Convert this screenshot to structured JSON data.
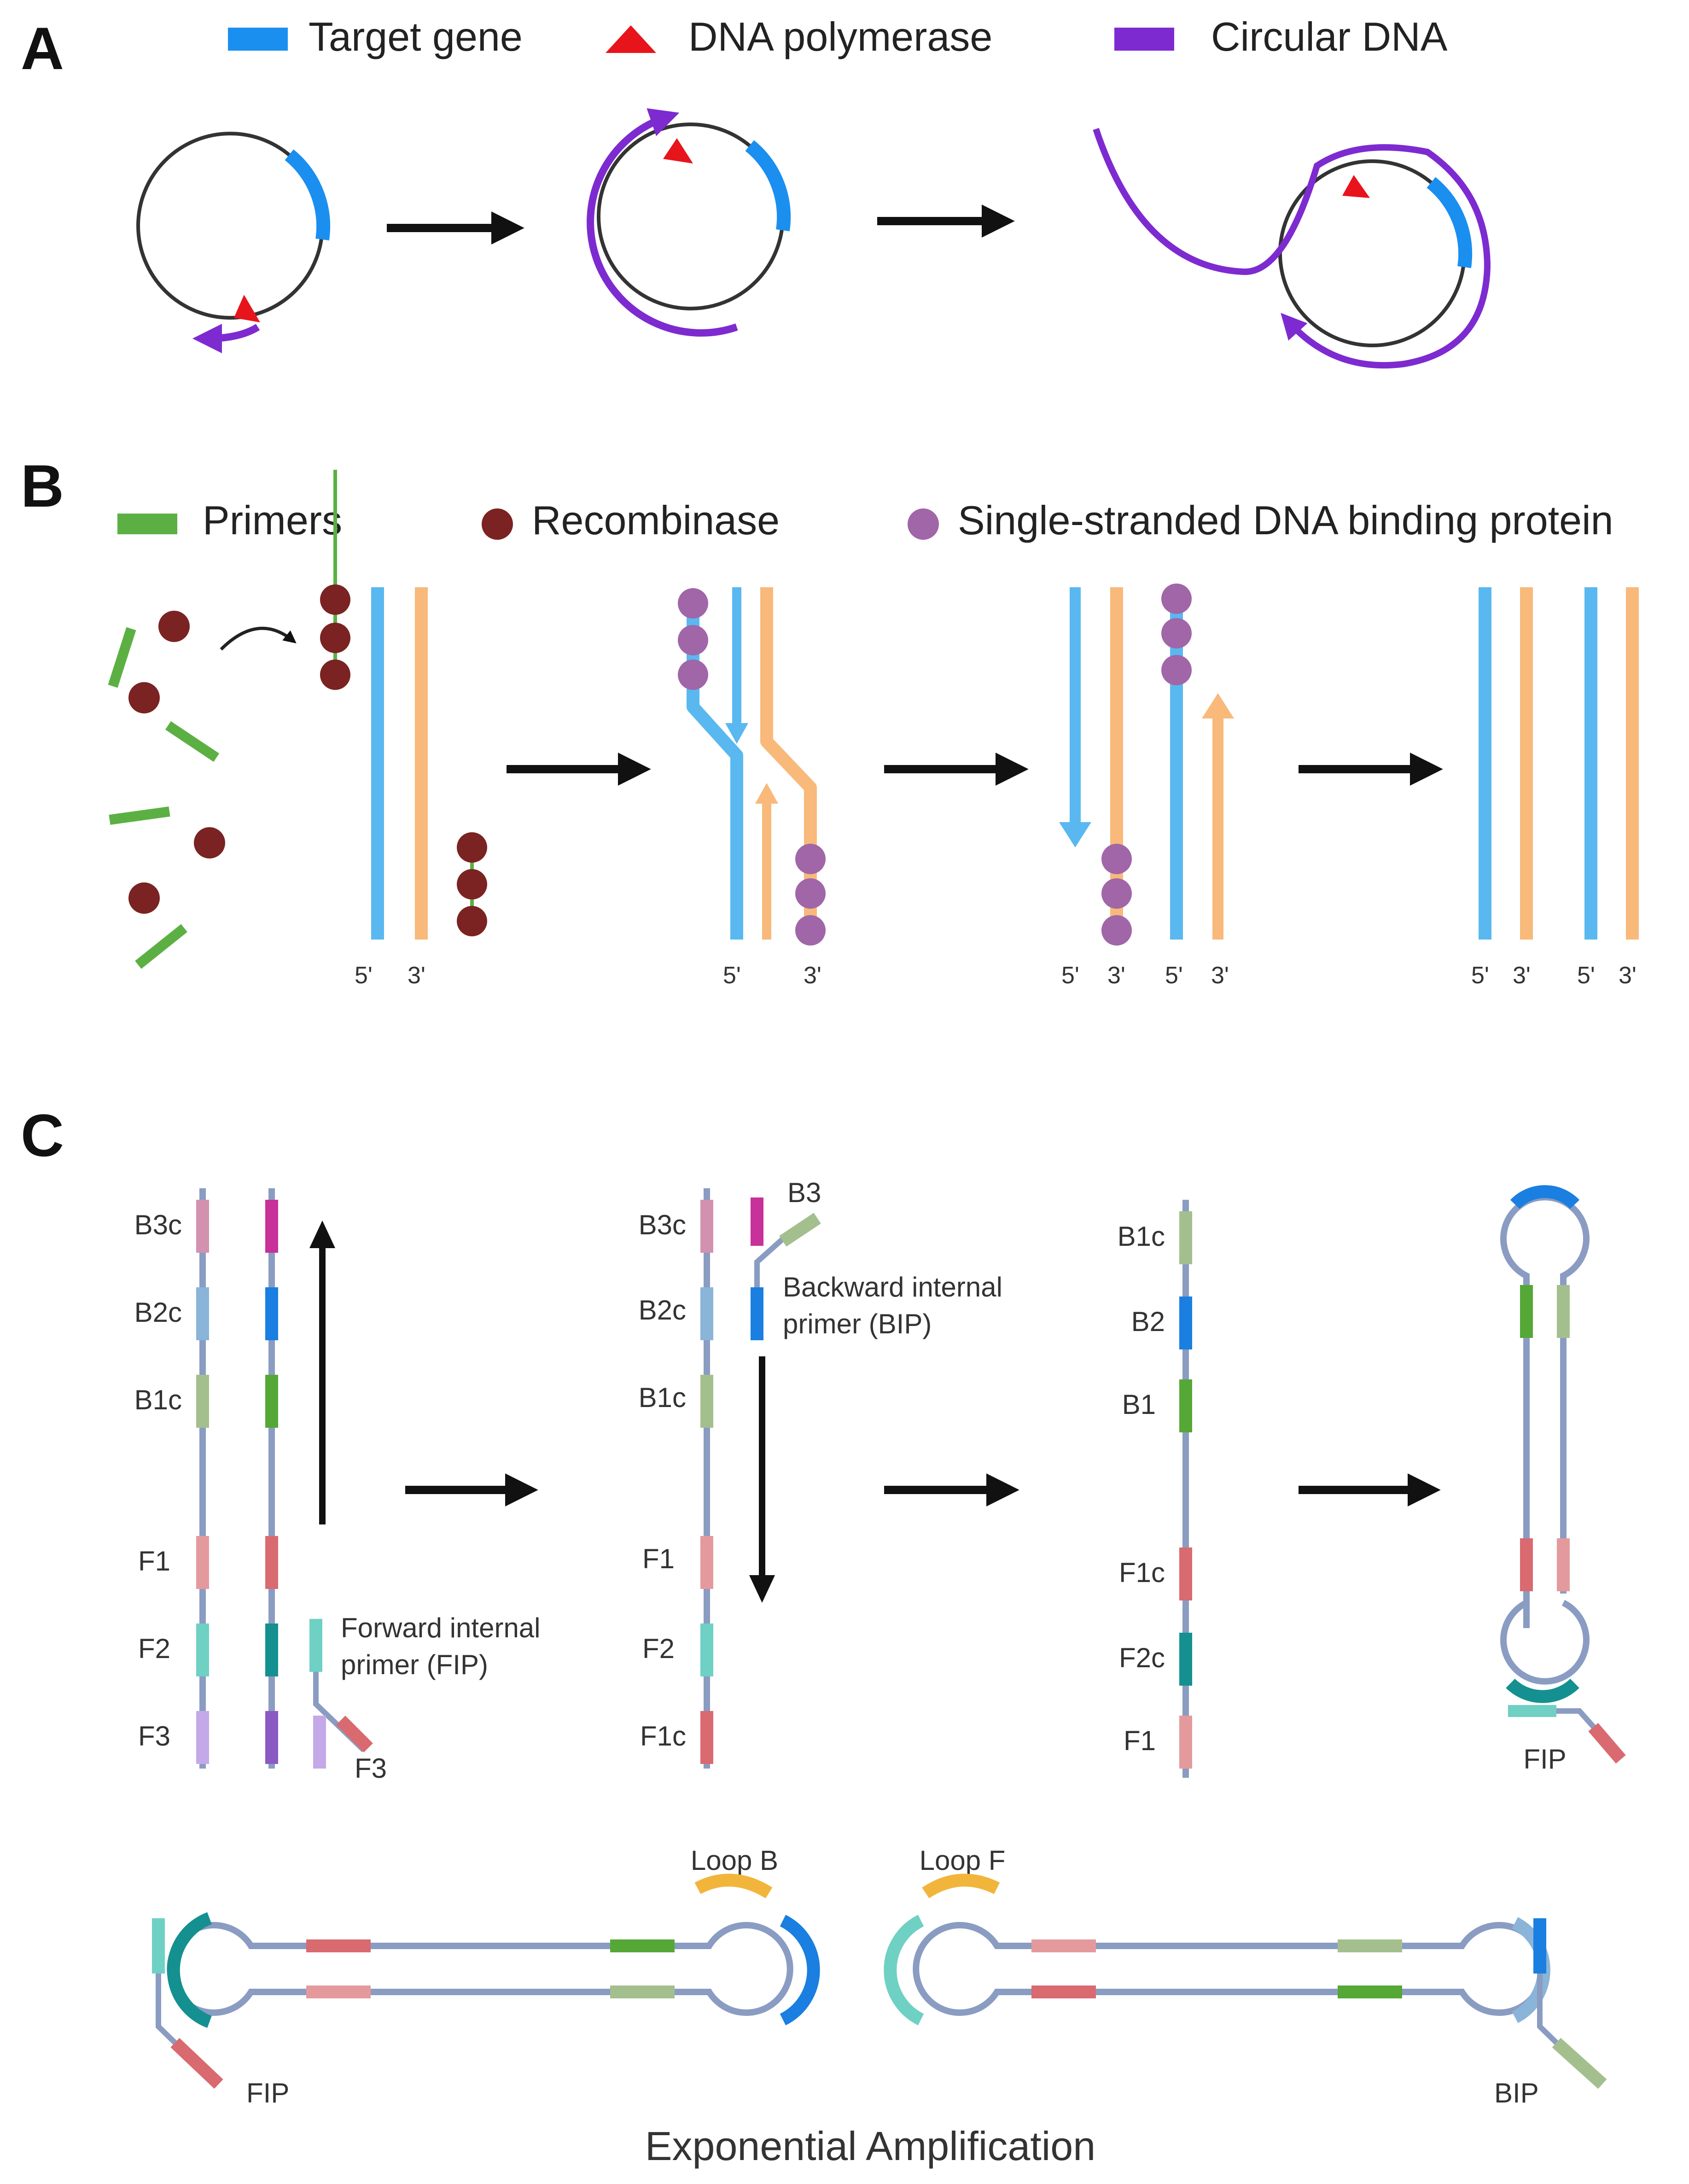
{
  "panels": {
    "a": {
      "letter": "A",
      "legend": [
        {
          "label": "Target gene",
          "color": "#1a8ff0",
          "symbol": "bar"
        },
        {
          "label": "DNA polymerase",
          "color": "#e8141b",
          "symbol": "triangle"
        },
        {
          "label": "Circular DNA",
          "color": "#7d2bd0",
          "symbol": "bar"
        }
      ]
    },
    "b": {
      "letter": "B",
      "legend": [
        {
          "label": "Primers",
          "color": "#5cb043",
          "symbol": "bar"
        },
        {
          "label": "Recombinase",
          "color": "#7a2322",
          "symbol": "dot"
        },
        {
          "label": "Single-stranded DNA binding protein",
          "color": "#a066a8",
          "symbol": "dot"
        }
      ],
      "ends": {
        "five": "5'",
        "three": "3'"
      }
    },
    "c": {
      "letter": "C",
      "step1_left_labels": [
        "B3c",
        "B2c",
        "B1c",
        "F1",
        "F2",
        "F3"
      ],
      "fip_label": "Forward internal\nprimer (FIP)",
      "f3_label": "F3",
      "step2_labels": [
        "B3c",
        "B2c",
        "B1c",
        "F1",
        "F2",
        "F1c"
      ],
      "b3_label": "B3",
      "bip_label": "Backward internal\nprimer (BIP)",
      "step3_labels": [
        "B1c",
        "B2",
        "B1",
        "F1c",
        "F2c",
        "F1"
      ],
      "fip_short": "FIP",
      "bip_short": "BIP",
      "loop_b": "Loop B",
      "loop_f": "Loop F",
      "caption": "Exponential Amplification"
    }
  },
  "colors": {
    "target_gene": "#1a8ff0",
    "polymerase": "#e8141b",
    "circular_dna": "#7d2bd0",
    "primer": "#5cb043",
    "recombinase": "#7a2322",
    "ssb": "#a066a8",
    "strand_blue": "#5ab8f0",
    "strand_orange": "#f8b97a",
    "backbone": "#8a9cc2",
    "loop_primer": "#f2b53c"
  }
}
